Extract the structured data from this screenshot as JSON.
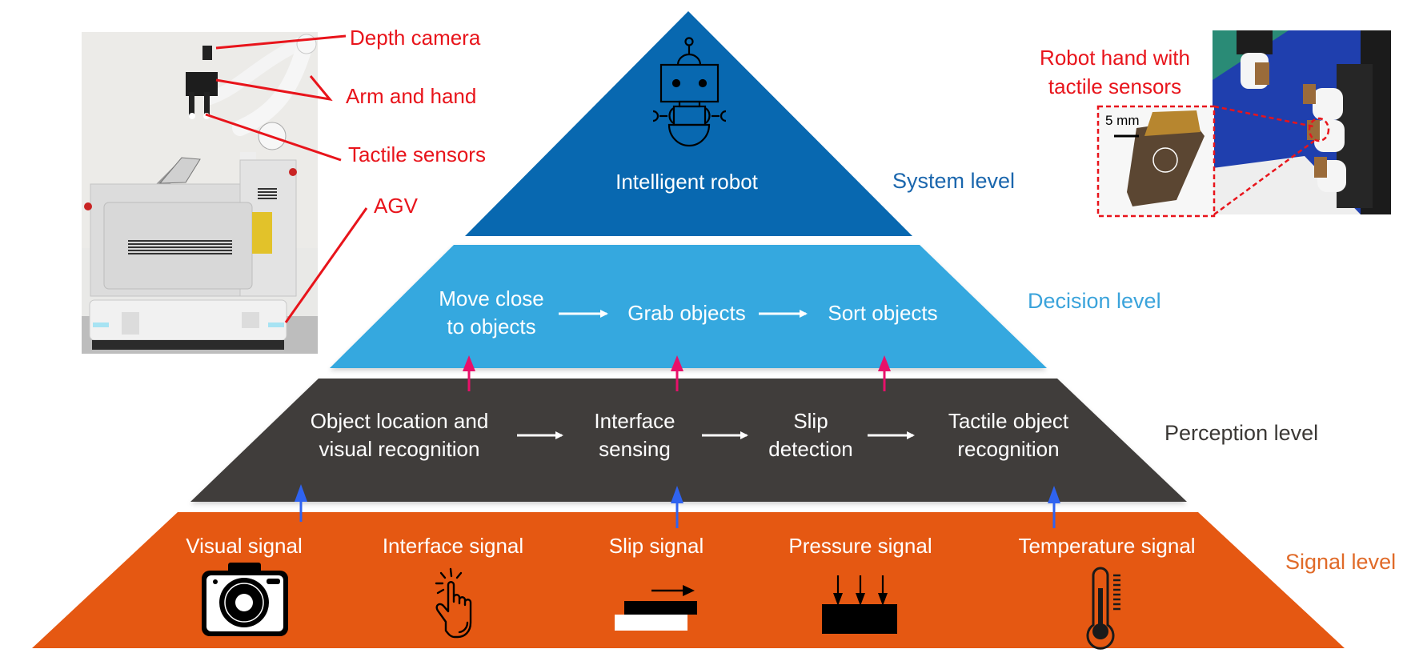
{
  "levels": {
    "system": {
      "label": "System level",
      "color": "#1a66ad",
      "fill": "#0868b0",
      "title": "Intelligent robot"
    },
    "decision": {
      "label": "Decision level",
      "color": "#3aa3db",
      "fill": "#35a8df",
      "steps": [
        "Move close to objects",
        "Grab objects",
        "Sort objects"
      ],
      "step_lines": [
        [
          "Move close",
          "to objects"
        ],
        [
          "Grab objects"
        ],
        [
          "Sort objects"
        ]
      ]
    },
    "perception": {
      "label": "Perception level",
      "color": "#3b3835",
      "fill": "#403d3a",
      "steps": [
        "Object location and visual recognition",
        "Interface sensing",
        "Slip detection",
        "Tactile object recognition"
      ],
      "step_lines": [
        [
          "Object location and",
          "visual recognition"
        ],
        [
          "Interface",
          "sensing"
        ],
        [
          "Slip",
          "detection"
        ],
        [
          "Tactile object",
          "recognition"
        ]
      ]
    },
    "signal": {
      "label": "Signal level",
      "color": "#e06a28",
      "fill": "#e55812",
      "items": [
        {
          "label": "Visual signal",
          "icon": "camera-icon"
        },
        {
          "label": "Interface signal",
          "icon": "touch-hand-icon"
        },
        {
          "label": "Slip signal",
          "icon": "slip-icon"
        },
        {
          "label": "Pressure signal",
          "icon": "pressure-icon"
        },
        {
          "label": "Temperature signal",
          "icon": "thermometer-icon"
        }
      ]
    }
  },
  "arrow_colors": {
    "decision_up": "#e8106a",
    "perception_up": "#2f63f0",
    "flow": "#ffffff"
  },
  "left_photo": {
    "annotations": [
      "Depth camera",
      "Arm and hand",
      "Tactile sensors",
      "AGV"
    ],
    "annotation_color": "#e8141b"
  },
  "right_photo": {
    "caption_lines": [
      "Robot hand with",
      "tactile sensors"
    ],
    "scale_bar": "5 mm"
  }
}
